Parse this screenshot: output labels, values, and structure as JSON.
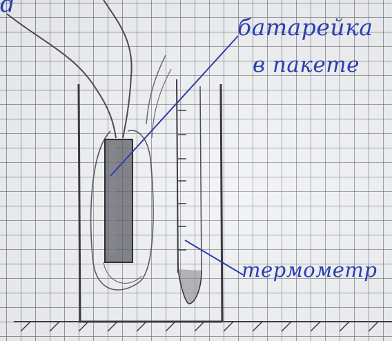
{
  "corner_mark": "d",
  "labels": {
    "battery_line1": "батарейка",
    "battery_line2": "в пакете",
    "thermometer": "термометр"
  },
  "colors": {
    "ink": "#2b3fb0",
    "pencil": "#3a3a40",
    "grid": "#56565e"
  }
}
